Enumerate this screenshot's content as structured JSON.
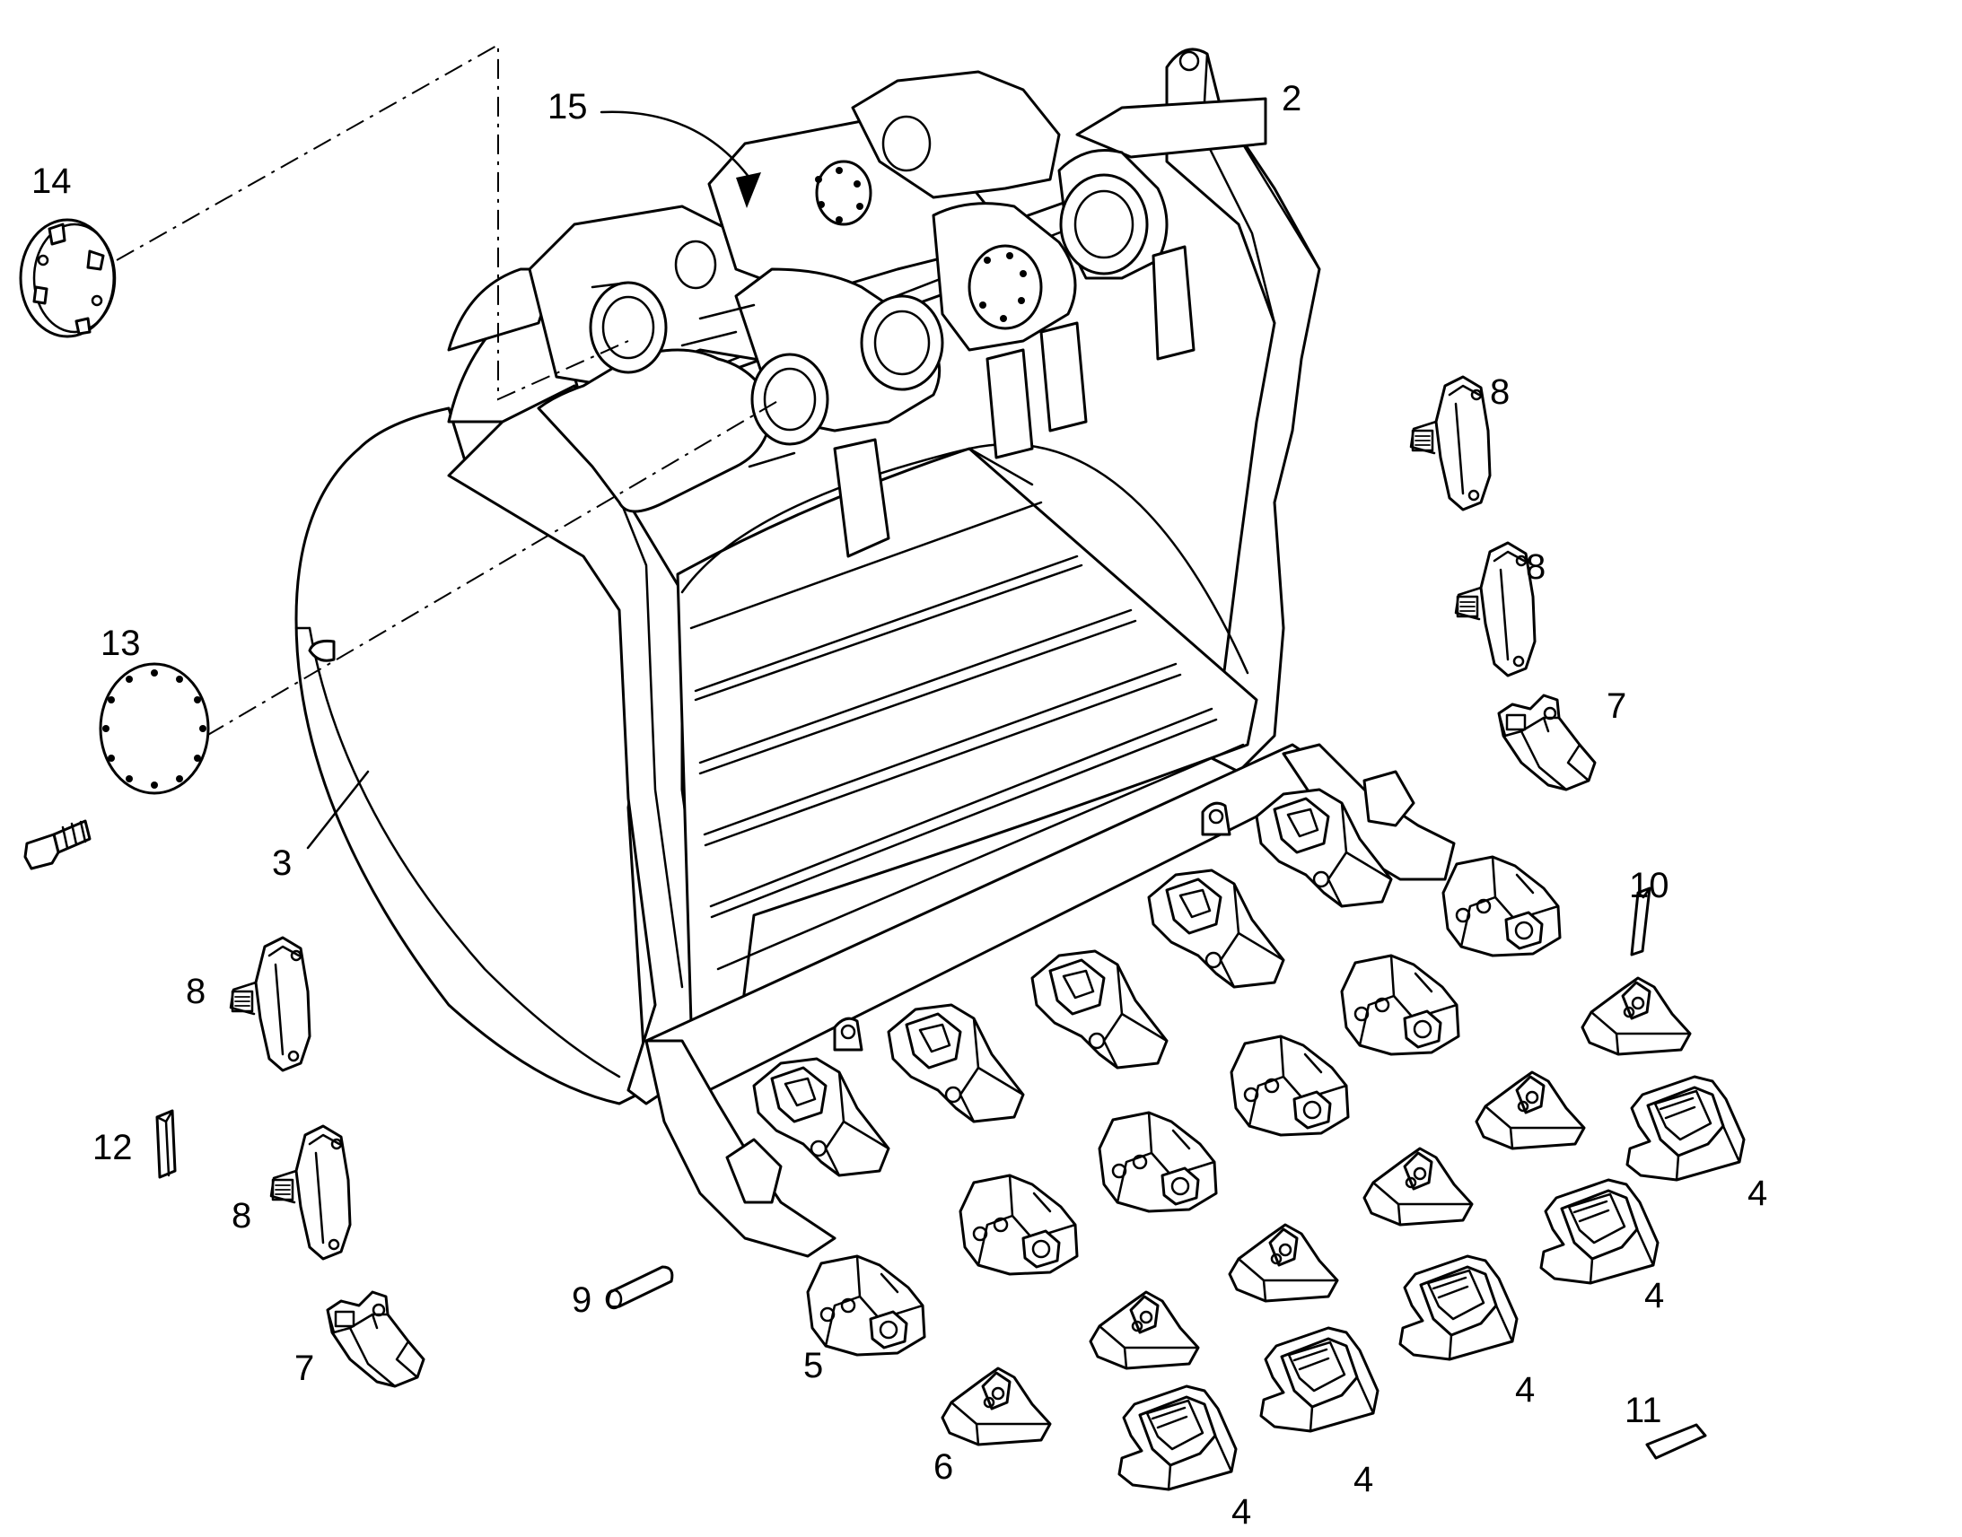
{
  "callouts": [
    {
      "id": "c2",
      "text": "2"
    },
    {
      "id": "c3",
      "text": "3"
    },
    {
      "id": "c4a",
      "text": "4"
    },
    {
      "id": "c4b",
      "text": "4"
    },
    {
      "id": "c4c",
      "text": "4"
    },
    {
      "id": "c4d",
      "text": "4"
    },
    {
      "id": "c4e",
      "text": "4"
    },
    {
      "id": "c5",
      "text": "5"
    },
    {
      "id": "c6",
      "text": "6"
    },
    {
      "id": "c7a",
      "text": "7"
    },
    {
      "id": "c7b",
      "text": "7"
    },
    {
      "id": "c8a",
      "text": "8"
    },
    {
      "id": "c8b",
      "text": "8"
    },
    {
      "id": "c8c",
      "text": "8"
    },
    {
      "id": "c8d",
      "text": "8"
    },
    {
      "id": "c9",
      "text": "9"
    },
    {
      "id": "c10",
      "text": "10"
    },
    {
      "id": "c11",
      "text": "11"
    },
    {
      "id": "c12",
      "text": "12"
    },
    {
      "id": "c13",
      "text": "13"
    },
    {
      "id": "c14",
      "text": "14"
    },
    {
      "id": "c15",
      "text": "15"
    }
  ]
}
